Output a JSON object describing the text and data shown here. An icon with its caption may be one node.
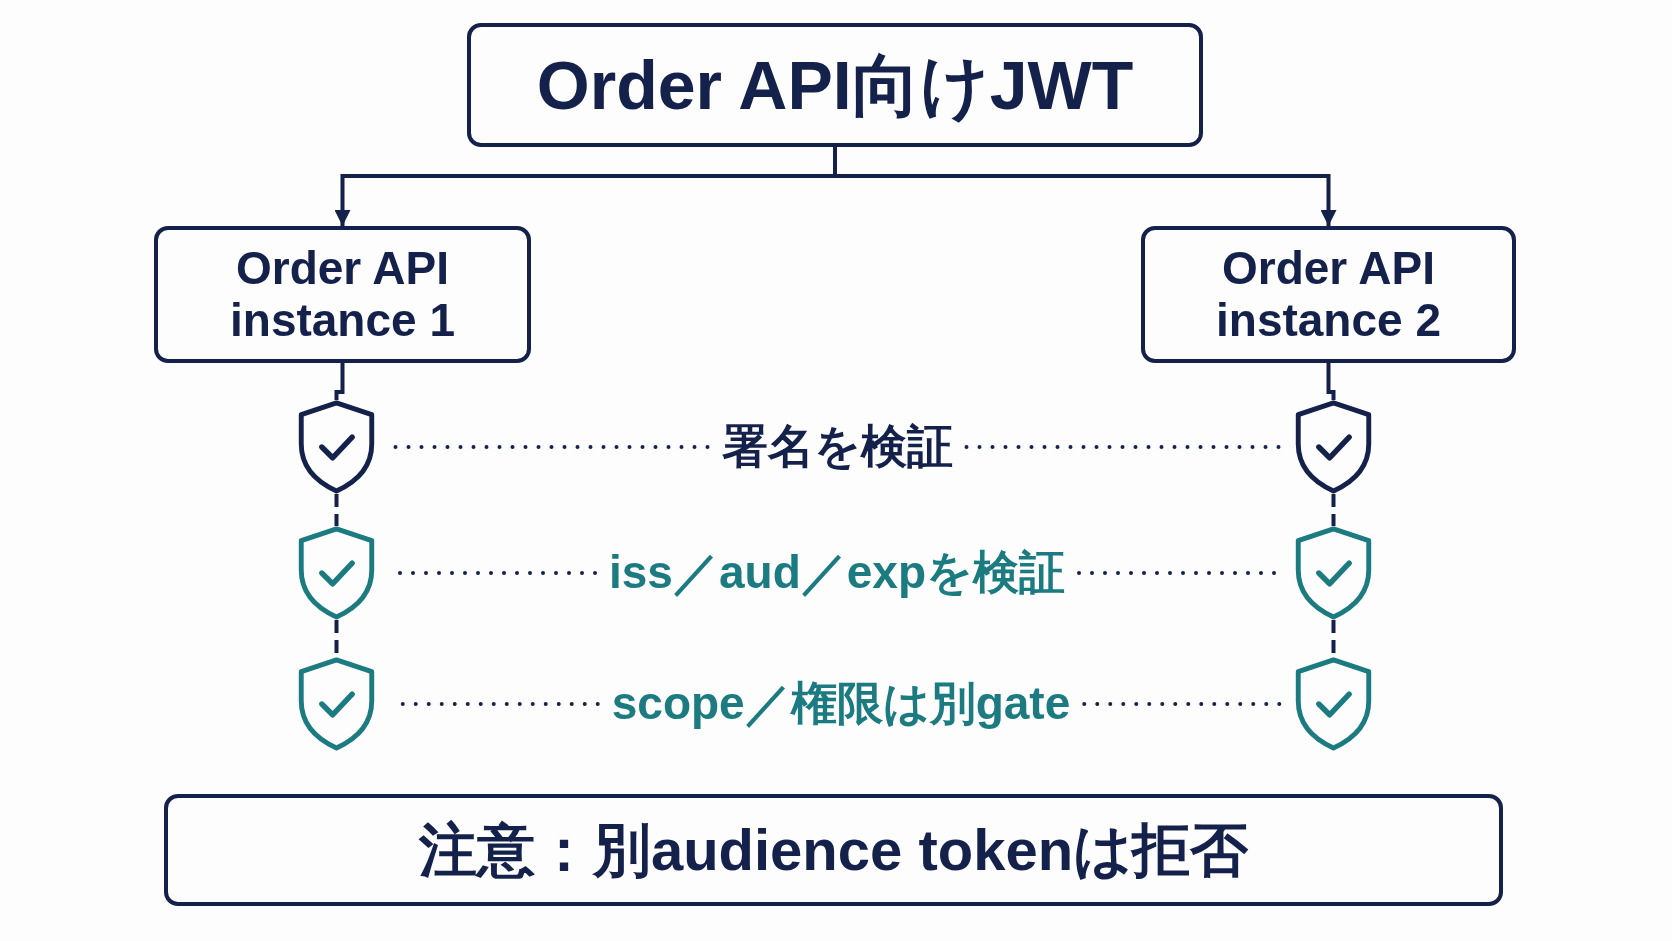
{
  "diagram": {
    "nodes": [
      {
        "text": [
          "Order API向けJWT"
        ]
      },
      {
        "text": [
          "Order API instance 1"
        ]
      },
      {
        "text": [
          "Order API instance 2"
        ]
      },
      {
        "text": [],
        "shape": "shield"
      },
      {
        "text": [
          "署名を検証"
        ]
      },
      {
        "text": [],
        "shape": "shield"
      },
      {
        "text": [],
        "shape": "shield"
      },
      {
        "text": [
          "iss／aud／expを検証"
        ]
      },
      {
        "text": [],
        "shape": "shield"
      },
      {
        "text": [],
        "shape": "shield"
      },
      {
        "text": [
          "scope／権限は別gate"
        ]
      },
      {
        "text": [],
        "shape": "shield"
      },
      {
        "text": [
          "注意：別audience tokenは拒否"
        ]
      }
    ],
    "edges": [
      {
        "from": 0,
        "to": 1,
        "arrow": "to"
      },
      {
        "from": 0,
        "to": 2,
        "arrow": "to"
      },
      {
        "from": 1,
        "to": 3,
        "arrow": "none"
      },
      {
        "from": 3,
        "to": 6,
        "arrow": "none",
        "style": "dashed"
      },
      {
        "from": 6,
        "to": 9,
        "arrow": "none",
        "style": "dashed"
      },
      {
        "from": 2,
        "to": 5,
        "arrow": "none"
      },
      {
        "from": 5,
        "to": 8,
        "arrow": "none",
        "style": "dashed"
      },
      {
        "from": 8,
        "to": 11,
        "arrow": "none",
        "style": "dashed"
      },
      {
        "from": 4,
        "to": 3,
        "arrow": "none",
        "style": "dashed"
      },
      {
        "from": 4,
        "to": 5,
        "arrow": "none",
        "style": "dashed"
      },
      {
        "from": 7,
        "to": 6,
        "arrow": "none",
        "style": "dashed"
      },
      {
        "from": 7,
        "to": 8,
        "arrow": "none",
        "style": "dashed"
      },
      {
        "from": 10,
        "to": 9,
        "arrow": "none",
        "style": "dashed"
      },
      {
        "from": 10,
        "to": 11,
        "arrow": "none",
        "style": "dashed"
      }
    ]
  }
}
